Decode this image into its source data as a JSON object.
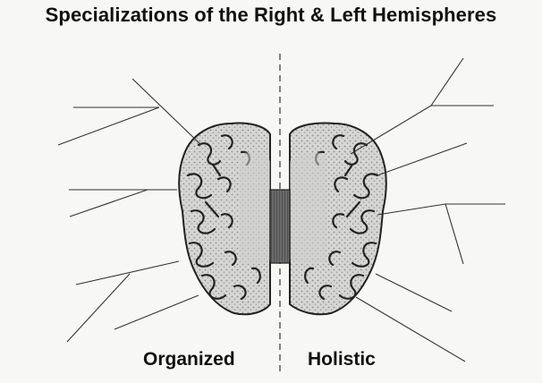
{
  "title": "Specializations of the Right & Left Hemispheres",
  "labels": {
    "left": "Organized",
    "right": "Holistic"
  },
  "colors": {
    "ink": "#111111",
    "brain_fill": "#d4d4d2",
    "corpus": "#555555",
    "background": "#f7f7f5"
  }
}
